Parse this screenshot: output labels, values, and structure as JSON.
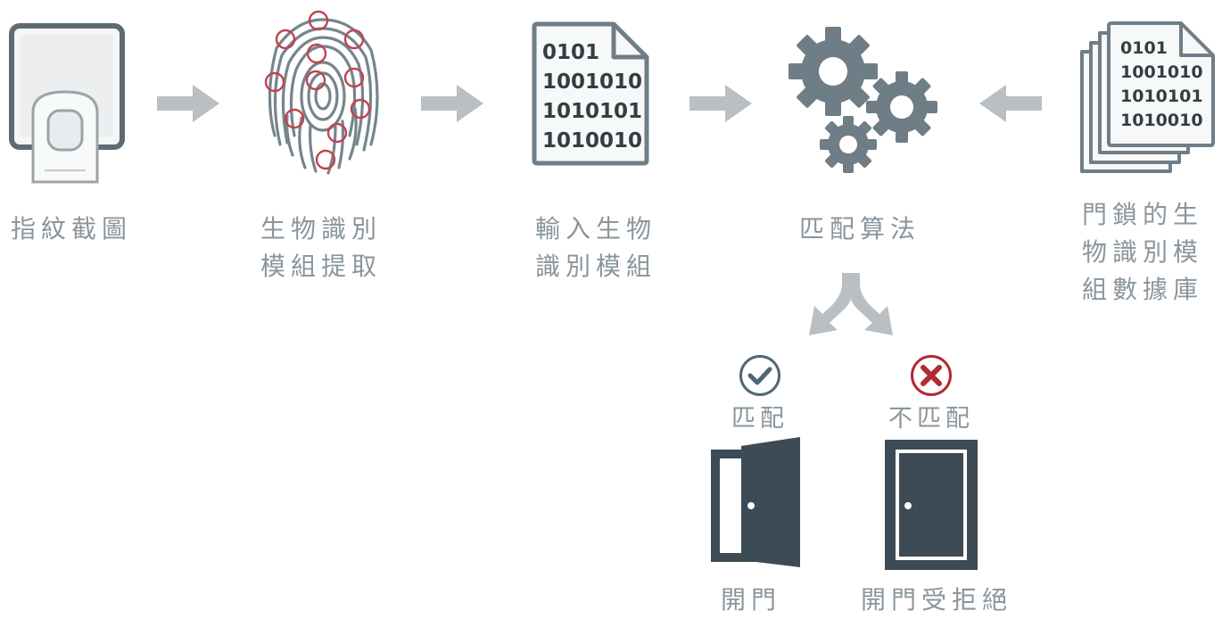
{
  "steps": {
    "scan": {
      "label": "指紋截圖"
    },
    "extract": {
      "label_line1": "生物識別",
      "label_line2": "模組提取"
    },
    "input": {
      "label_line1": "輸入生物",
      "label_line2": "識別模組",
      "binary": [
        "0101",
        "1001010",
        "1010101",
        "1010010"
      ]
    },
    "match": {
      "label": "匹配算法"
    },
    "database": {
      "label_line1": "門鎖的生",
      "label_line2": "物識別模",
      "label_line3": "組數據庫",
      "binary": [
        "0101",
        "1001010",
        "1010101",
        "1010010"
      ]
    }
  },
  "outcomes": {
    "match": {
      "label": "匹配",
      "result": "開門"
    },
    "nomatch": {
      "label": "不匹配",
      "result": "開門受拒絕"
    }
  },
  "colors": {
    "arrow": "#b9bfc3",
    "icon": "#6f7d86",
    "dark": "#3c4b55",
    "check": "#4d6873",
    "cross": "#b22a35",
    "minutiae": "#c0434d",
    "label": "#8a959c"
  }
}
